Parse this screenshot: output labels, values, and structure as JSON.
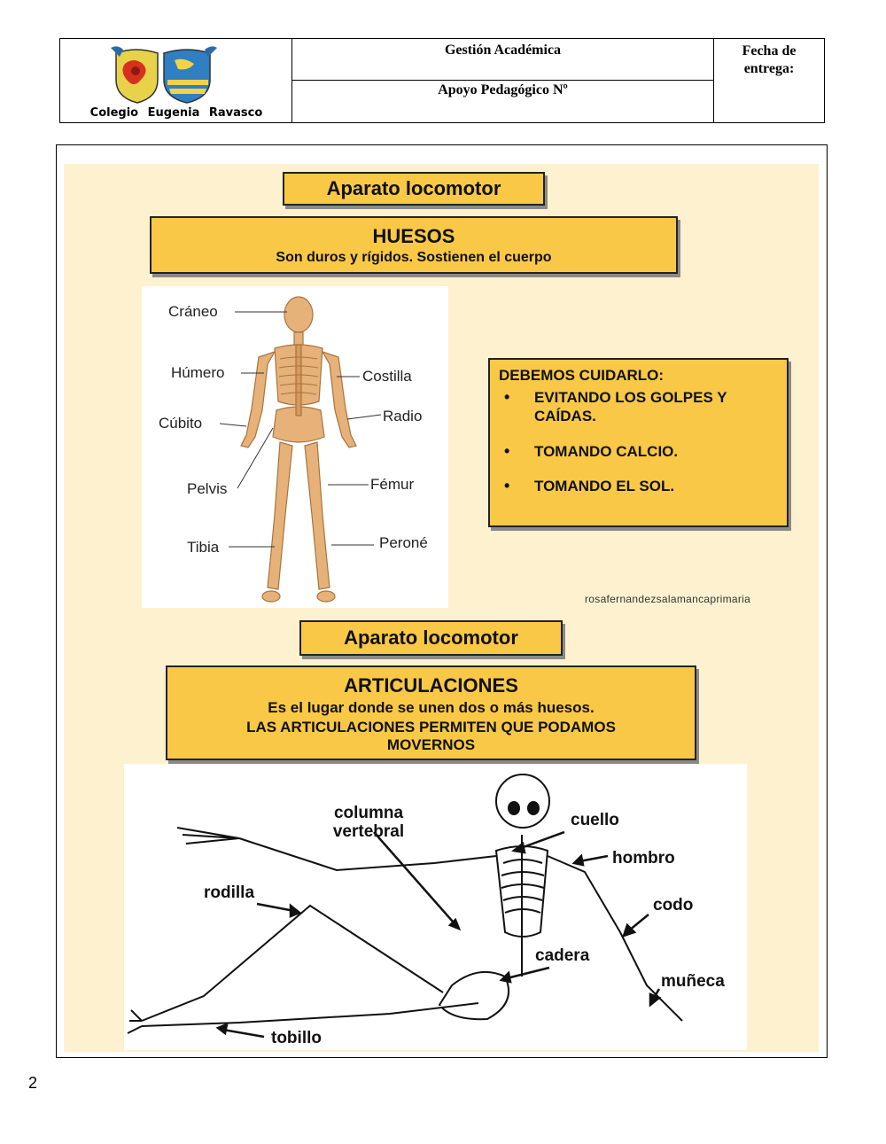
{
  "header": {
    "school_name": "Colegio Eugenia Ravasco",
    "area": "Gestión Académica",
    "document": "Apoyo Pedagógico Nº",
    "due_date_label": "Fecha de entrega:"
  },
  "huesos_section": {
    "heading": "Aparato locomotor",
    "title": "HUESOS",
    "subtitle": "Son duros y rígidos. Sostienen el cuerpo",
    "bones": {
      "craneo": "Cráneo",
      "humero": "Húmero",
      "cubito": "Cúbito",
      "pelvis": "Pelvis",
      "tibia": "Tibia",
      "costilla": "Costilla",
      "radio": "Radio",
      "femur": "Fémur",
      "perone": "Peroné"
    },
    "care_title": "DEBEMOS CUIDARLO:",
    "care_items": [
      "EVITANDO LOS GOLPES Y CAÍDAS.",
      "TOMANDO CALCIO.",
      "TOMANDO EL SOL."
    ],
    "credit": "rosafernandezsalamancaprimaria"
  },
  "articulaciones_section": {
    "heading": "Aparato locomotor",
    "title": "ARTICULACIONES",
    "line1": "Es el lugar donde se unen dos o más huesos.",
    "line2": "LAS ARTICULACIONES PERMITEN QUE PODAMOS MOVERNOS",
    "joints": {
      "columna": "columna vertebral",
      "cuello": "cuello",
      "hombro": "hombro",
      "rodilla": "rodilla",
      "codo": "codo",
      "cadera": "cadera",
      "muneca": "muñeca",
      "tobillo": "tobillo"
    }
  },
  "page_number": "2"
}
